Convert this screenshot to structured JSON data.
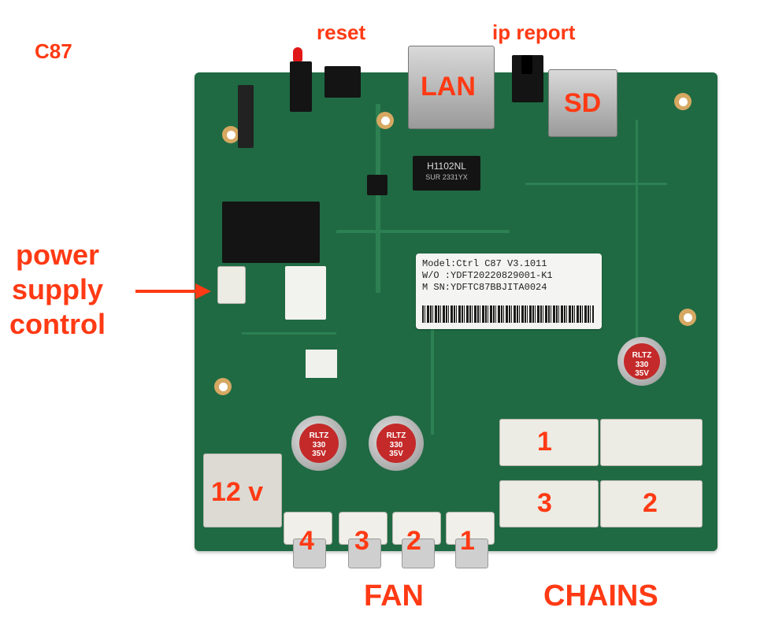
{
  "labels": {
    "model": "C87",
    "reset": "reset",
    "ip_report": "ip report",
    "lan": "LAN",
    "sd": "SD",
    "power_supply_control": [
      "power",
      "supply",
      "control"
    ],
    "twelve_v": "12 v",
    "fan": "FAN",
    "chains": "CHAINS",
    "fan_ports": [
      "4",
      "3",
      "2",
      "1"
    ],
    "chain_ports": [
      "1",
      "3",
      "2"
    ]
  },
  "board": {
    "sticker_lines": [
      "Model:Ctrl C87 V3.1011",
      "W/O :YDFT20220829001-K1",
      "M SN:YDFTC87BBJITA0024"
    ],
    "ethernet_chip": [
      "H1102NL",
      "SUR 2331YX"
    ],
    "capacitors": [
      [
        "RLTZ",
        "330",
        "35V"
      ],
      [
        "RLTZ",
        "330",
        "35V"
      ],
      [
        "RLTZ",
        "330",
        "35V"
      ]
    ]
  },
  "colors": {
    "label": "#ff3a14",
    "pcb": "#1f6a43",
    "connector": "#ecebe4",
    "capacitor_sleeve": "#c42a2a"
  }
}
